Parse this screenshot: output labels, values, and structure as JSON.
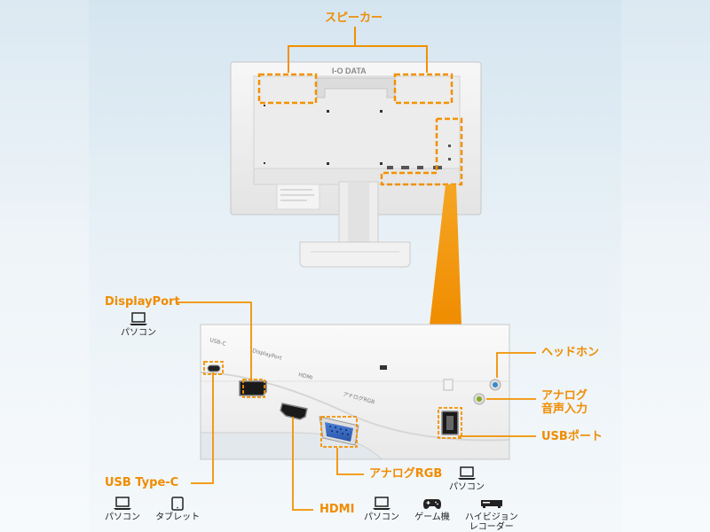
{
  "brand": "I-O DATA",
  "labels": {
    "speaker": "スピーカー",
    "displayport": "DisplayPort",
    "headphone": "ヘッドホン",
    "analog_audio_line1": "アナログ",
    "analog_audio_line2": "音声入力",
    "usb_port": "USBポート",
    "usb_typec": "USB Type-C",
    "analog_rgb": "アナログRGB",
    "hdmi": "HDMI"
  },
  "port_silk": {
    "usbc": "USB-C",
    "dp": "DisplayPort",
    "hdmi": "HDMI",
    "vga": "アナログRGB"
  },
  "devices": {
    "pc": "パソコン",
    "tablet": "タブレット",
    "game": "ゲーム機",
    "recorder_line1": "ハイビジョン",
    "recorder_line2": "レコーダー"
  },
  "colors": {
    "accent": "#f08c00",
    "callout_line": "#f29100",
    "monitor_body": "#f2f2f2"
  }
}
